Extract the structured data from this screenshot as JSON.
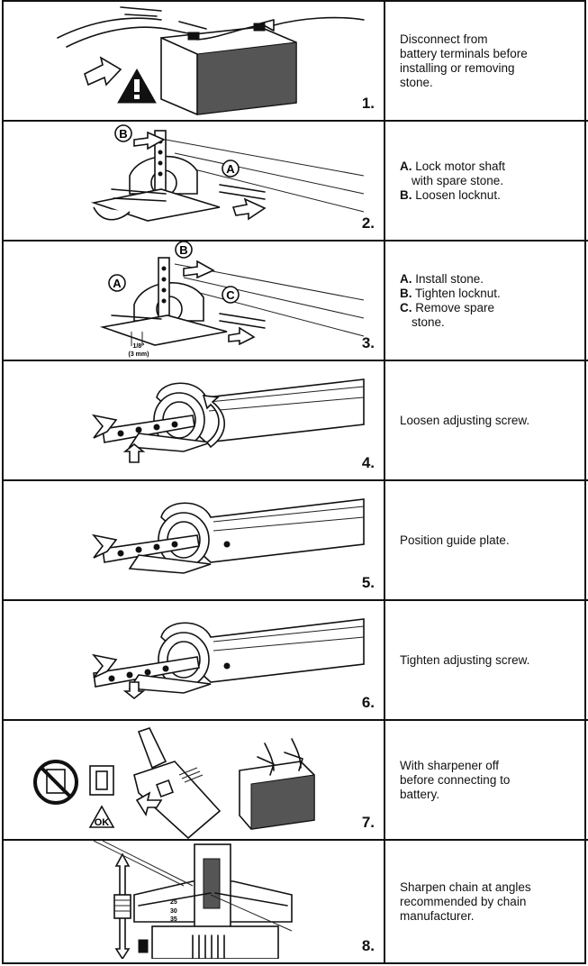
{
  "steps": [
    {
      "number": "1.",
      "lines": [
        {
          "label": "",
          "text": "Disconnect from"
        },
        {
          "label": "",
          "text": "battery terminals before"
        },
        {
          "label": "",
          "text": "installing or removing"
        },
        {
          "label": "",
          "text": "stone."
        }
      ]
    },
    {
      "number": "2.",
      "lines": [
        {
          "label": "A.",
          "text": " Lock motor shaft"
        },
        {
          "label": "",
          "text": "with spare stone.",
          "indent": true
        },
        {
          "label": "B.",
          "text": " Loosen locknut."
        }
      ]
    },
    {
      "number": "3.",
      "lines": [
        {
          "label": "A.",
          "text": " Install stone."
        },
        {
          "label": "B.",
          "text": " Tighten locknut."
        },
        {
          "label": "C.",
          "text": " Remove spare"
        },
        {
          "label": "",
          "text": "stone.",
          "indent": true
        }
      ]
    },
    {
      "number": "4.",
      "lines": [
        {
          "label": "",
          "text": "Loosen adjusting screw."
        }
      ]
    },
    {
      "number": "5.",
      "lines": [
        {
          "label": "",
          "text": "Position guide plate."
        }
      ]
    },
    {
      "number": "6.",
      "lines": [
        {
          "label": "",
          "text": "Tighten adjusting screw."
        }
      ]
    },
    {
      "number": "7.",
      "lines": [
        {
          "label": "",
          "text": "With sharpener off"
        },
        {
          "label": "",
          "text": "before connecting to"
        },
        {
          "label": "",
          "text": "battery."
        }
      ]
    },
    {
      "number": "8.",
      "lines": [
        {
          "label": "",
          "text": "Sharpen chain at angles"
        },
        {
          "label": "",
          "text": "recommended by chain"
        },
        {
          "label": "",
          "text": "manufacturer."
        }
      ]
    }
  ],
  "figure_labels": {
    "step2_a": "A",
    "step2_b": "B",
    "step3_a": "A",
    "step3_b": "B",
    "step3_c": "C",
    "step3_gap": "1/8\"",
    "step3_gap_mm": "(3 mm)",
    "step7_ok": "OK",
    "step8_angle_25": "25",
    "step8_angle_30": "30",
    "step8_angle_35": "35"
  }
}
